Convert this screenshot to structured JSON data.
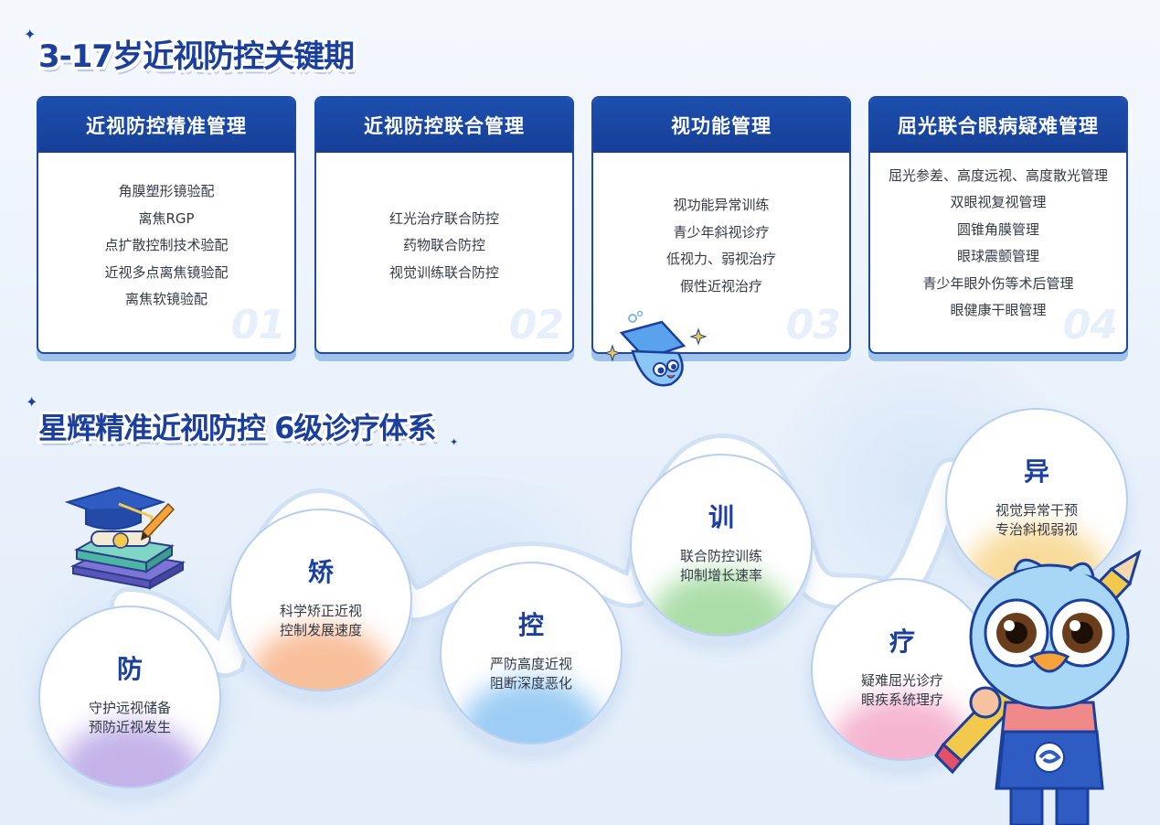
{
  "section1": {
    "title": "3-17岁近视防控关键期"
  },
  "cards": [
    {
      "title": "近视防控精准管理",
      "items": [
        "角膜塑形镜验配",
        "离焦RGP",
        "点扩散控制技术验配",
        "近视多点离焦镜验配",
        "离焦软镜验配"
      ],
      "num": "01"
    },
    {
      "title": "近视防控联合管理",
      "items": [
        "红光治疗联合防控",
        "药物联合防控",
        "视觉训练联合防控"
      ],
      "num": "02"
    },
    {
      "title": "视功能管理",
      "items": [
        "视功能异常训练",
        "青少年斜视诊疗",
        "低视力、弱视治疗",
        "假性近视治疗"
      ],
      "num": "03"
    },
    {
      "title": "屈光联合眼病疑难管理",
      "items": [
        "屈光参差、高度远视、高度散光管理",
        "双眼视复视管理",
        "圆锥角膜管理",
        "眼球震颤管理",
        "青少年眼外伤等术后管理",
        "眼健康干眼管理"
      ],
      "num": "04"
    }
  ],
  "section2": {
    "title": "星辉精准近视防控 6级诊疗体系"
  },
  "levels": [
    {
      "char": "防",
      "lines": [
        "守护远视储备",
        "预防近视发生"
      ],
      "glow": "#b9a6e6"
    },
    {
      "char": "矫",
      "lines": [
        "科学矫正近视",
        "控制发展速度"
      ],
      "glow": "#f7b48a"
    },
    {
      "char": "控",
      "lines": [
        "严防高度近视",
        "阻断深度恶化"
      ],
      "glow": "#8cc4f2"
    },
    {
      "char": "训",
      "lines": [
        "联合防控训练",
        "抑制增长速率"
      ],
      "glow": "#9ed89a"
    },
    {
      "char": "疗",
      "lines": [
        "疑难屈光诊疗",
        "眼疾系统理疗"
      ],
      "glow": "#f4a9c9"
    },
    {
      "char": "异",
      "lines": [
        "视觉异常干预",
        "专治斜视弱视"
      ],
      "glow": "#f7d58a"
    }
  ]
}
